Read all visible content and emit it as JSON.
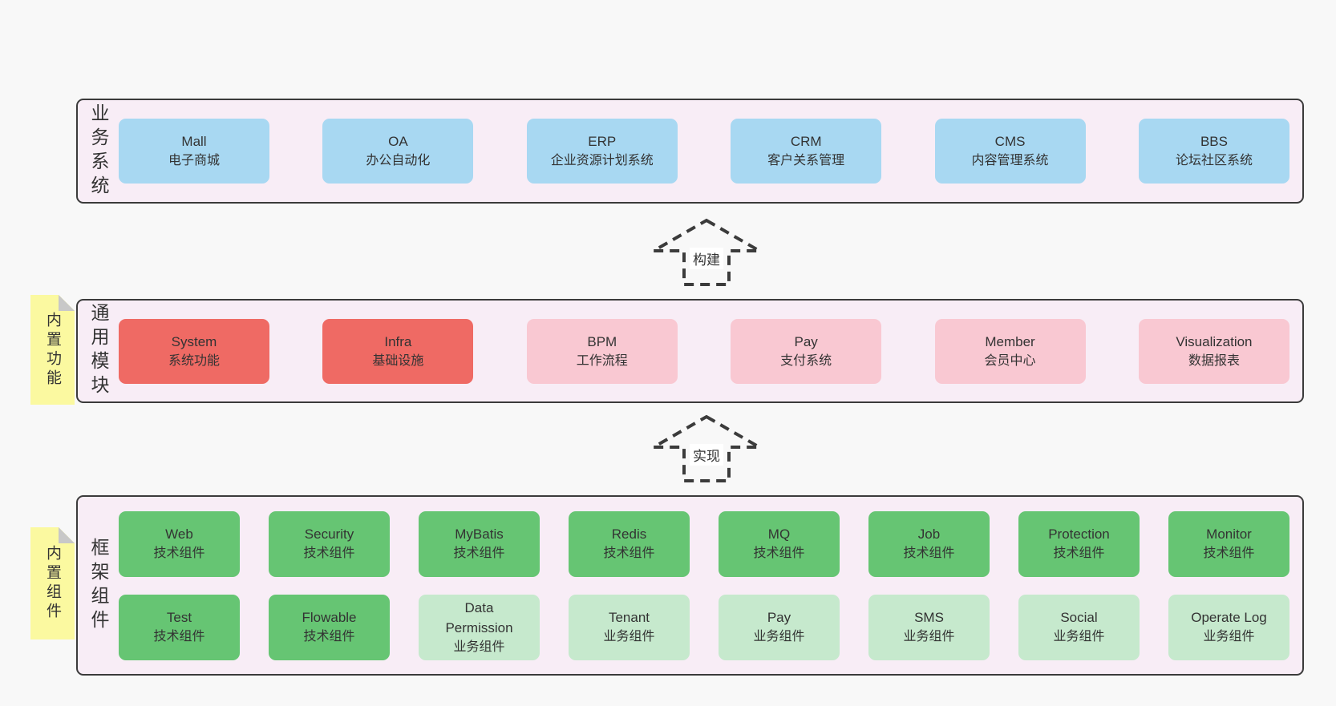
{
  "colors": {
    "page_bg": "#f8f8f8",
    "layer_bg": "#f8edf6",
    "border": "#3b3b3b",
    "text": "#333333",
    "blue": "#a8d8f2",
    "red": "#ef6a64",
    "pink": "#f9c8d2",
    "green": "#66c573",
    "light_green": "#c6e9cd",
    "sticky_yellow": "#fbf9a0",
    "sticky_fold": "#c8c8c8",
    "arrow_label_bg": "#ffffff"
  },
  "layers": [
    {
      "label": "业务系统",
      "boxes": [
        {
          "name": "Mall",
          "sub": "电子商城",
          "color": "blue"
        },
        {
          "name": "OA",
          "sub": "办公自动化",
          "color": "blue"
        },
        {
          "name": "ERP",
          "sub": "企业资源计划系统",
          "color": "blue"
        },
        {
          "name": "CRM",
          "sub": "客户关系管理",
          "color": "blue"
        },
        {
          "name": "CMS",
          "sub": "内容管理系统",
          "color": "blue"
        },
        {
          "name": "BBS",
          "sub": "论坛社区系统",
          "color": "blue"
        }
      ]
    },
    {
      "label": "通用模块",
      "sticky": "内置功能",
      "boxes": [
        {
          "name": "System",
          "sub": "系统功能",
          "color": "red"
        },
        {
          "name": "Infra",
          "sub": "基础设施",
          "color": "red"
        },
        {
          "name": "BPM",
          "sub": "工作流程",
          "color": "pink"
        },
        {
          "name": "Pay",
          "sub": "支付系统",
          "color": "pink"
        },
        {
          "name": "Member",
          "sub": "会员中心",
          "color": "pink"
        },
        {
          "name": "Visualization",
          "sub": "数据报表",
          "color": "pink"
        }
      ]
    },
    {
      "label": "框架组件",
      "sticky": "内置组件",
      "rows": [
        [
          {
            "name": "Web",
            "sub": "技术组件",
            "color": "green"
          },
          {
            "name": "Security",
            "sub": "技术组件",
            "color": "green"
          },
          {
            "name": "MyBatis",
            "sub": "技术组件",
            "color": "green"
          },
          {
            "name": "Redis",
            "sub": "技术组件",
            "color": "green"
          },
          {
            "name": "MQ",
            "sub": "技术组件",
            "color": "green"
          },
          {
            "name": "Job",
            "sub": "技术组件",
            "color": "green"
          },
          {
            "name": "Protection",
            "sub": "技术组件",
            "color": "green"
          },
          {
            "name": "Monitor",
            "sub": "技术组件",
            "color": "green"
          }
        ],
        [
          {
            "name": "Test",
            "sub": "技术组件",
            "color": "green"
          },
          {
            "name": "Flowable",
            "sub": "技术组件",
            "color": "green"
          },
          {
            "name": "Data\nPermission",
            "sub": "业务组件",
            "color": "light_green"
          },
          {
            "name": "Tenant",
            "sub": "业务组件",
            "color": "light_green"
          },
          {
            "name": "Pay",
            "sub": "业务组件",
            "color": "light_green"
          },
          {
            "name": "SMS",
            "sub": "业务组件",
            "color": "light_green"
          },
          {
            "name": "Social",
            "sub": "业务组件",
            "color": "light_green"
          },
          {
            "name": "Operate Log",
            "sub": "业务组件",
            "color": "light_green"
          }
        ]
      ]
    }
  ],
  "arrows": [
    {
      "label": "构建"
    },
    {
      "label": "实现"
    }
  ]
}
